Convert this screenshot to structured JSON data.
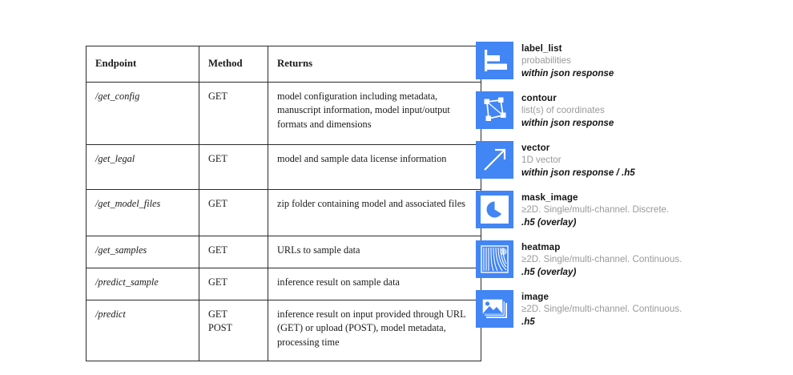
{
  "table": {
    "columns": [
      "Endpoint",
      "Method",
      "Returns"
    ],
    "rows": [
      {
        "endpoint": "/get_config",
        "method": "GET",
        "returns": "model configuration including metadata, manuscript information, model input/output formats and dimensions"
      },
      {
        "endpoint": "/get_legal",
        "method": "GET",
        "returns": "model and sample data license information"
      },
      {
        "endpoint": "/get_model_files",
        "method": "GET",
        "returns": "zip folder containing model and associated files"
      },
      {
        "endpoint": "/get_samples",
        "method": "GET",
        "returns": "URLs to sample data"
      },
      {
        "endpoint": "/predict_sample",
        "method": "GET",
        "returns": "inference result on sample data"
      },
      {
        "endpoint": "/predict",
        "method": "GET\nPOST",
        "returns": "inference result on input provided through URL (GET) or upload (POST), model metadata, processing time"
      }
    ]
  },
  "legend": {
    "accent_color": "#4285f4",
    "name_color": "#141414",
    "desc_color": "#9a9a9a",
    "items": [
      {
        "icon": "label-list-icon",
        "name": "label_list",
        "desc": "probabilities",
        "location": "within json response"
      },
      {
        "icon": "contour-icon",
        "name": "contour",
        "desc": "list(s) of coordinates",
        "location": "within json response"
      },
      {
        "icon": "vector-icon",
        "name": "vector",
        "desc": "1D vector",
        "location": "within json response / .h5"
      },
      {
        "icon": "mask-image-icon",
        "name": "mask_image",
        "desc": "≥2D. Single/multi-channel. Discrete.",
        "location": ".h5 (overlay)"
      },
      {
        "icon": "heatmap-icon",
        "name": "heatmap",
        "desc": "≥2D. Single/multi-channel. Continuous.",
        "location": ".h5 (overlay)"
      },
      {
        "icon": "image-icon",
        "name": "image",
        "desc": "≥2D. Single/multi-channel. Continuous.",
        "location": ".h5"
      }
    ]
  }
}
